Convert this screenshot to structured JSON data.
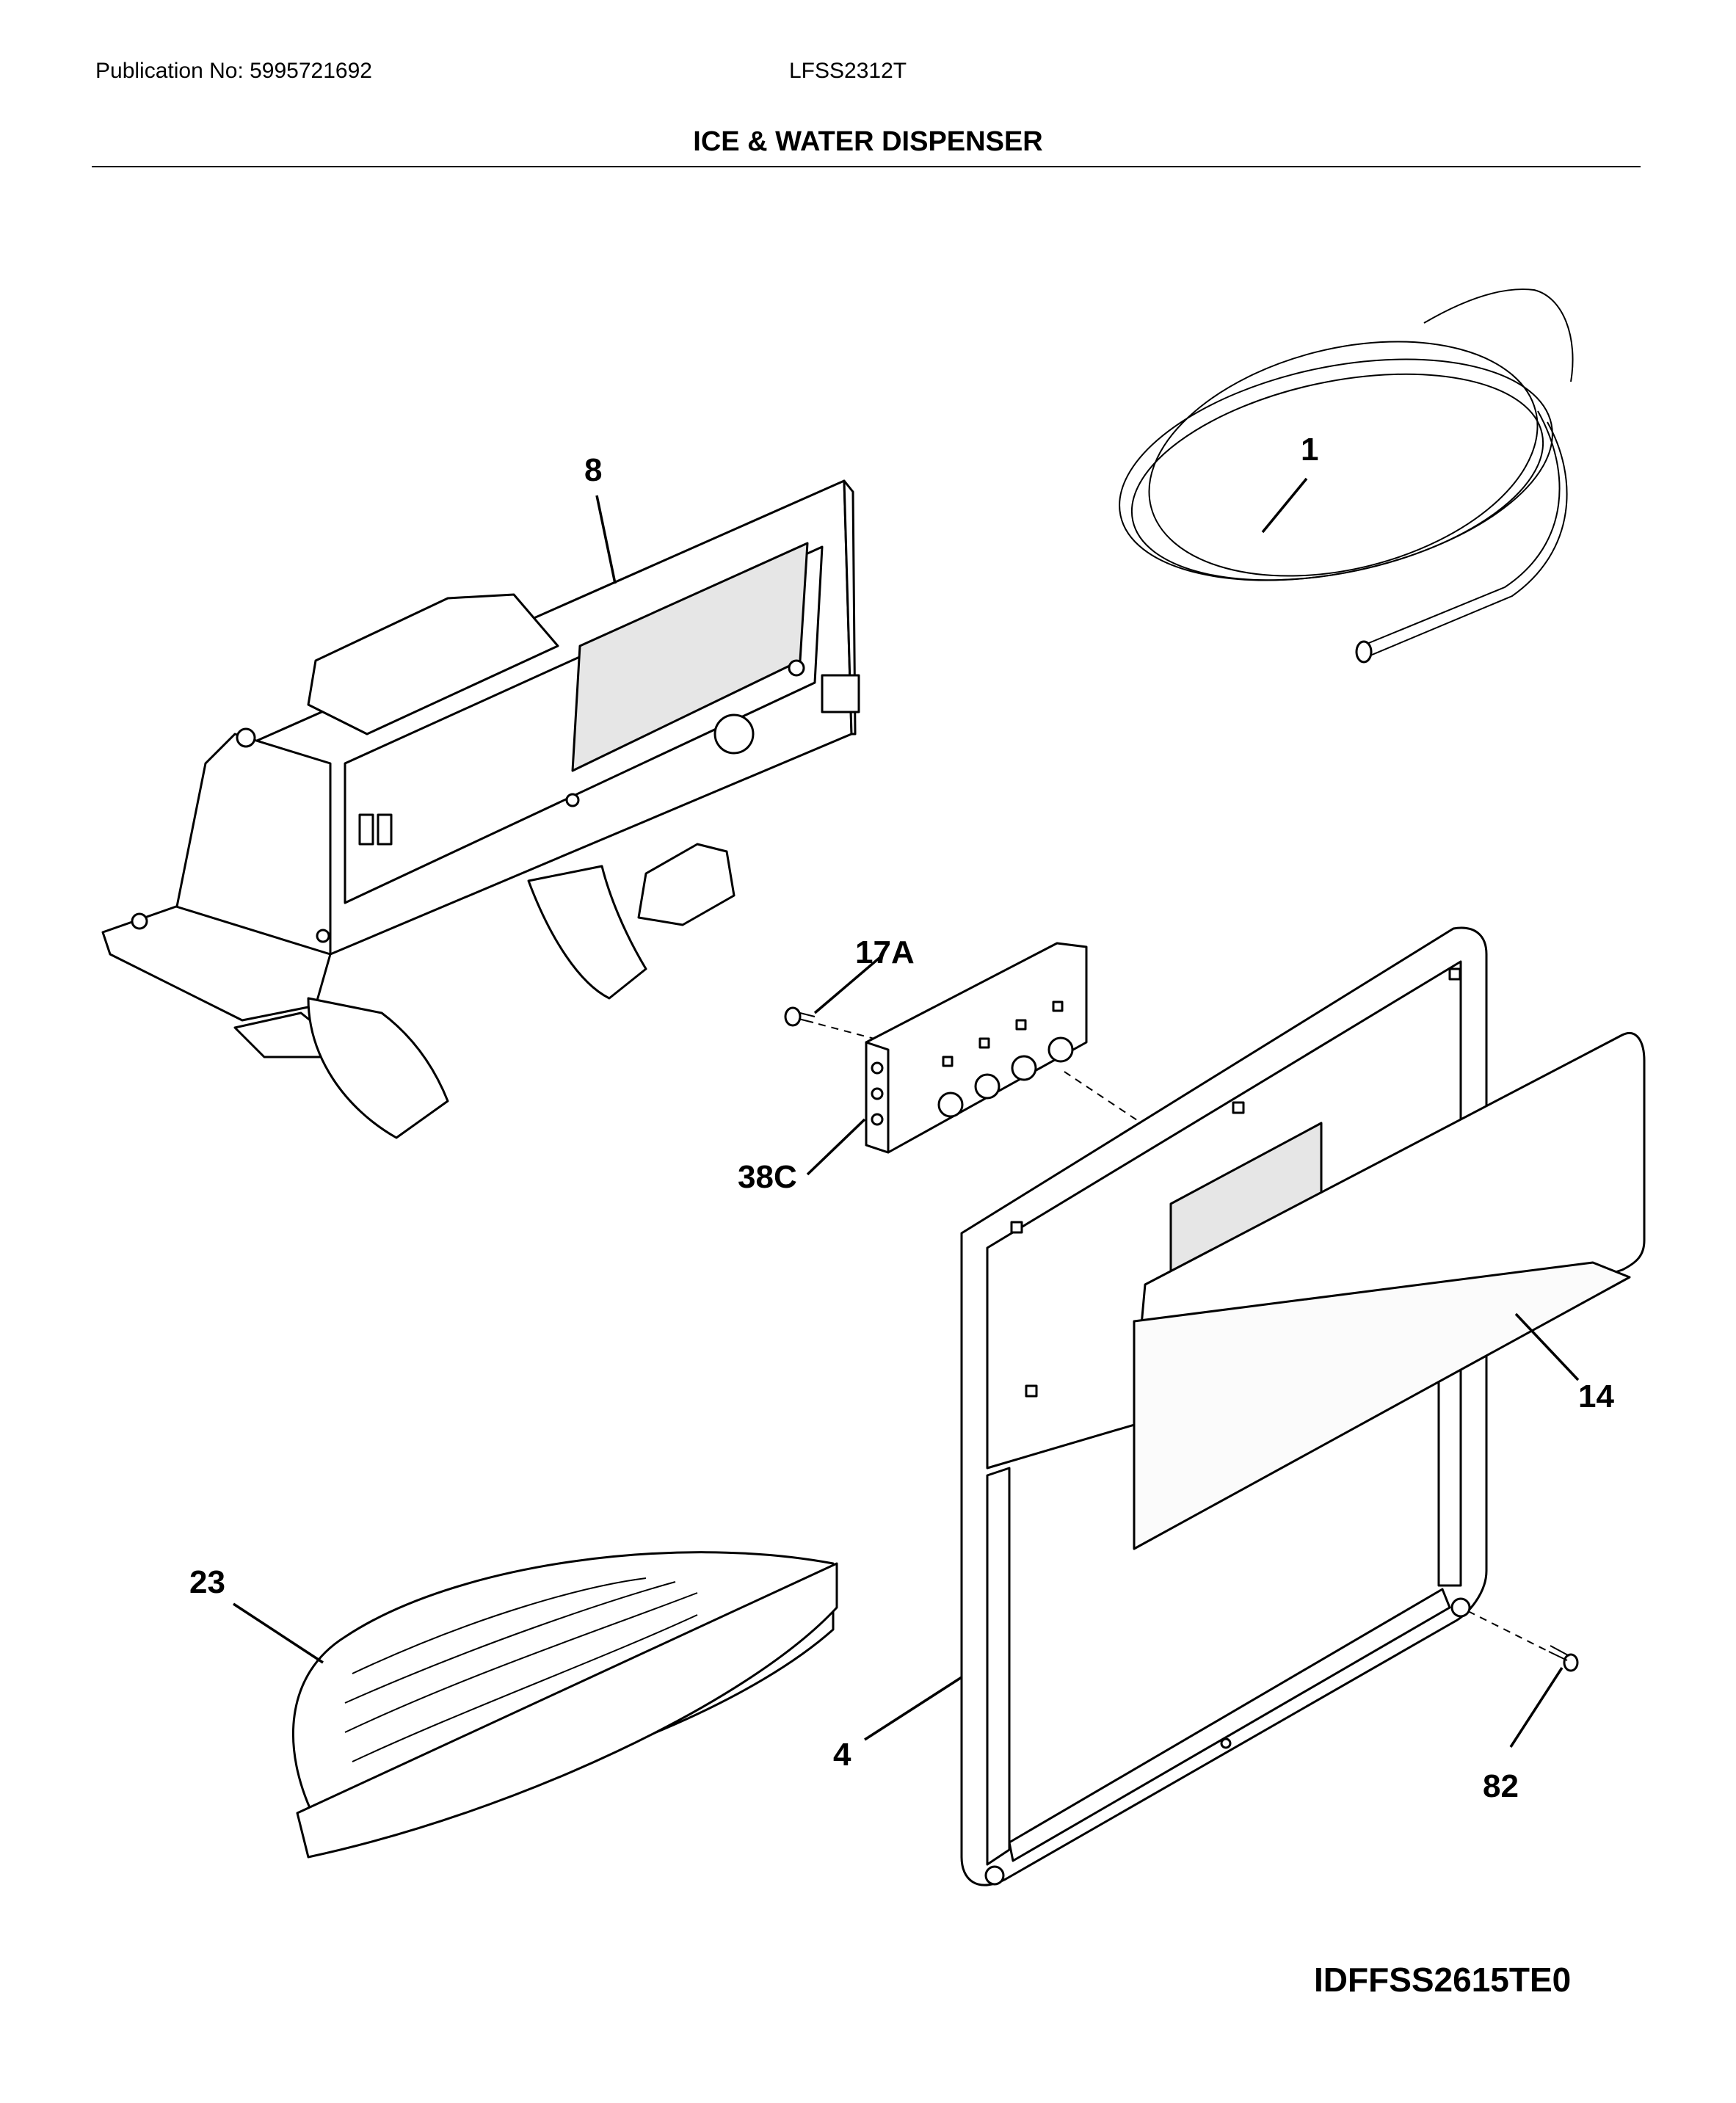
{
  "header": {
    "publication": "Publication No: 5995721692",
    "model": "LFSS2312T",
    "title": "ICE & WATER DISPENSER"
  },
  "callouts": [
    {
      "id": "1",
      "label": "1"
    },
    {
      "id": "8",
      "label": "8"
    },
    {
      "id": "17A",
      "label": "17A"
    },
    {
      "id": "38C",
      "label": "38C"
    },
    {
      "id": "14",
      "label": "14"
    },
    {
      "id": "23",
      "label": "23"
    },
    {
      "id": "4",
      "label": "4"
    },
    {
      "id": "82",
      "label": "82"
    }
  ],
  "footer": {
    "drawing_code": "IDFFSS2615TE0"
  }
}
